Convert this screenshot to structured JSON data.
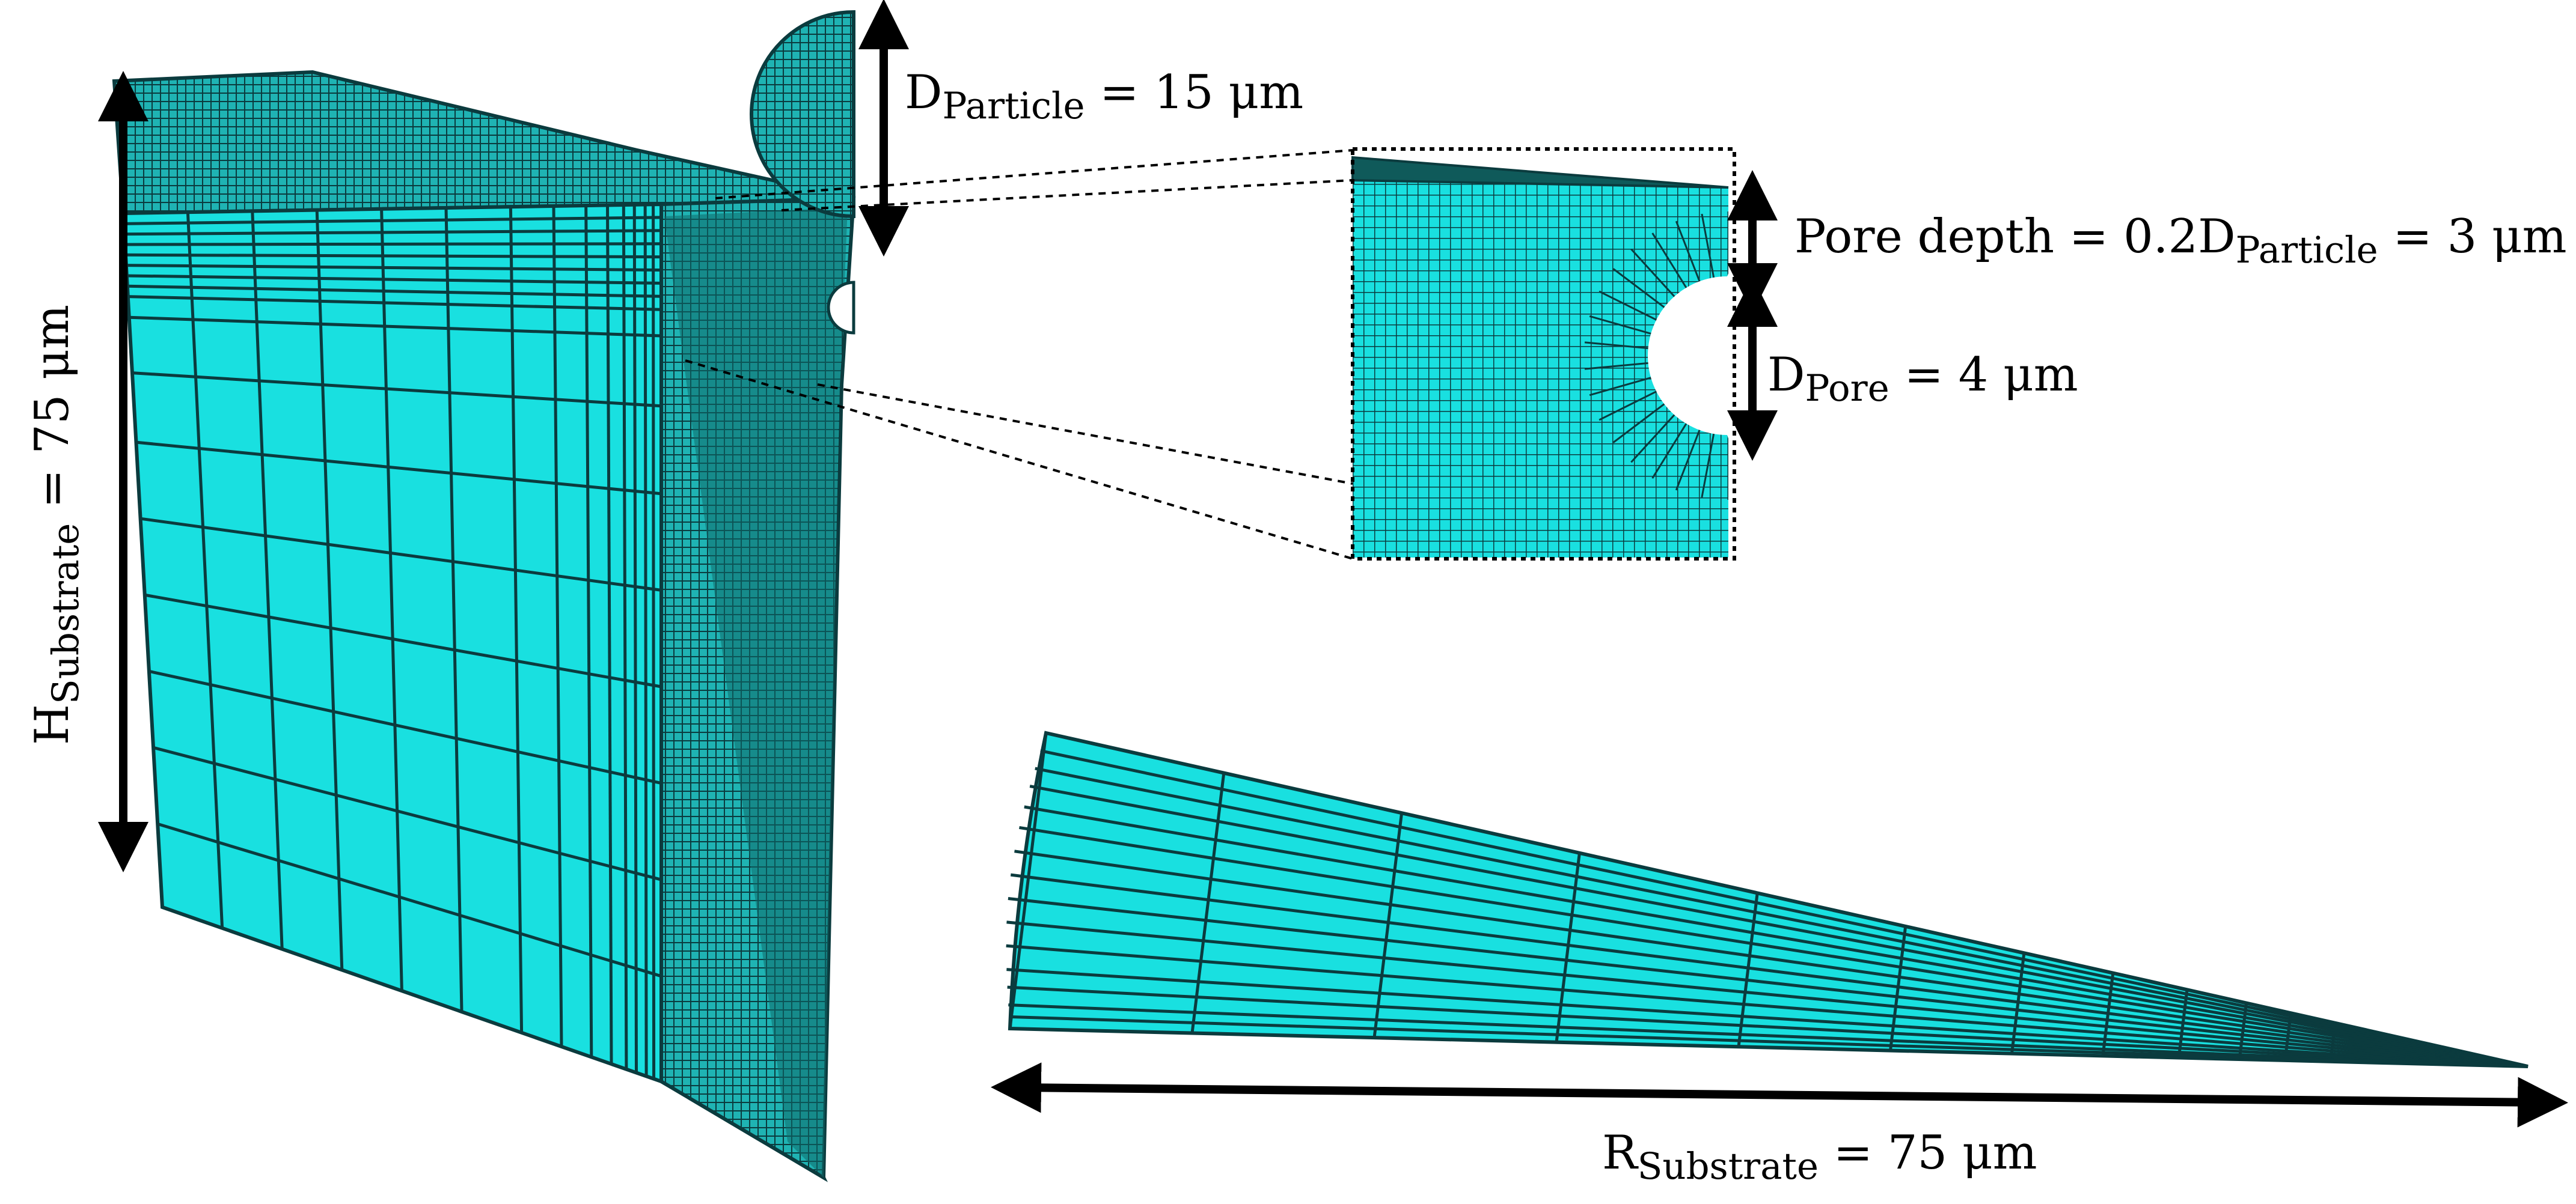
{
  "labels": {
    "d_particle": {
      "symbol": "D",
      "subscript": "Particle",
      "rest": " = 15 μm"
    },
    "pore_depth": {
      "prefix": "Pore depth = 0.2D",
      "subscript": "Particle",
      "rest": " = 3 μm"
    },
    "d_pore": {
      "symbol": "D",
      "subscript": "Pore",
      "rest": " = 4 μm"
    },
    "h_substrate": {
      "symbol": "H",
      "subscript": "Substrate",
      "rest": " = 75 μm"
    },
    "r_substrate": {
      "symbol": "R",
      "subscript": "Substrate",
      "rest": " = 75 μm"
    }
  },
  "colors": {
    "mesh_fill": "#19e0e0",
    "mesh_line": "#0b3b3e",
    "dense_mesh": "#0f5a5a",
    "arrow": "#000000",
    "dashed_line": "#000000"
  }
}
